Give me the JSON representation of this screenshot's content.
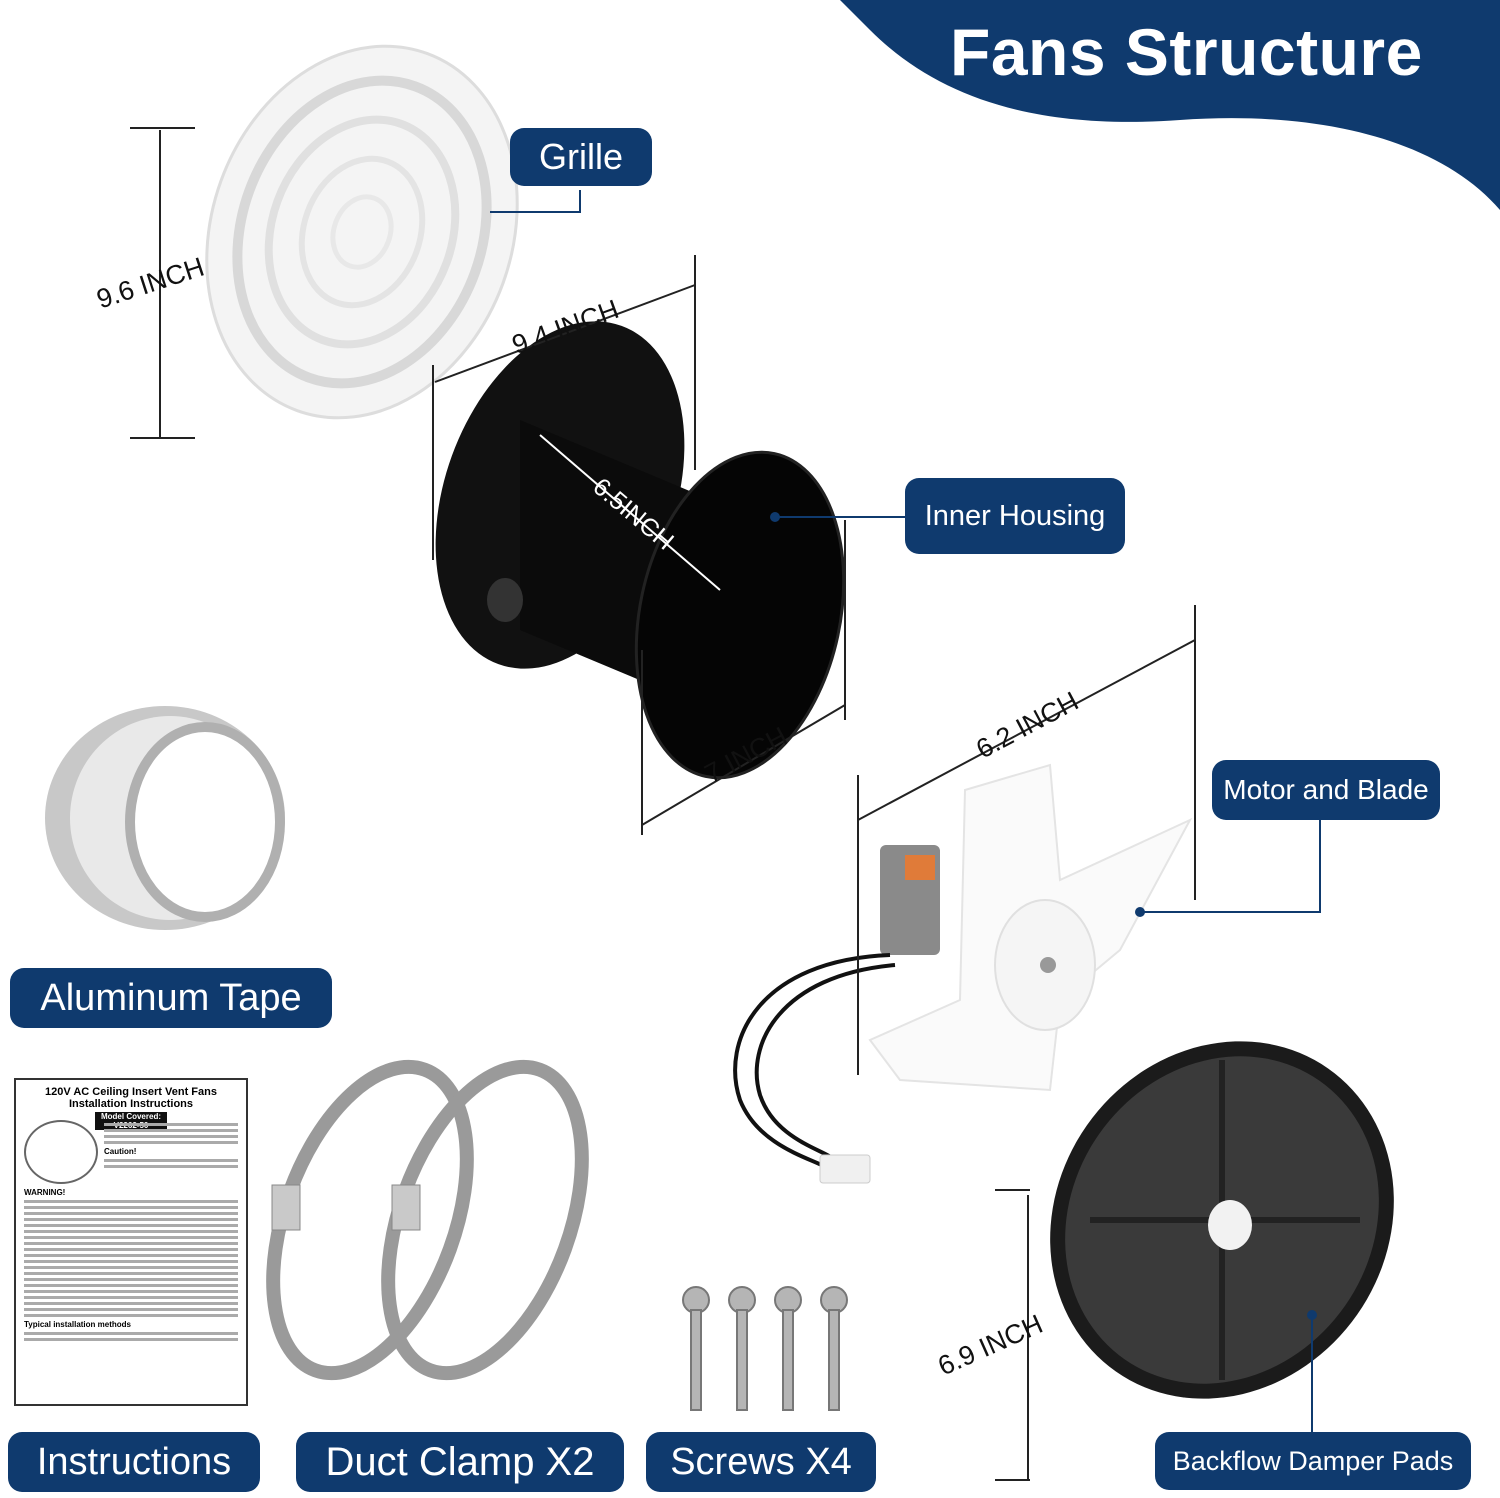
{
  "title": "Fans Structure",
  "labels": {
    "grille": "Grille",
    "inner_housing": "Inner Housing",
    "motor_blade": "Motor and Blade",
    "aluminum_tape": "Aluminum Tape",
    "instructions": "Instructions",
    "duct_clamp": "Duct Clamp X2",
    "screws": "Screws X4",
    "backflow": "Backflow Damper Pads"
  },
  "dimensions": {
    "grille_height": "9.6 INCH",
    "housing_width": "9.4 INCH",
    "housing_inner": "6.5INCH",
    "housing_depth": "7 INCH",
    "motor_width": "6.2 INCH",
    "damper_height": "6.9 INCH"
  },
  "instruction_sheet": {
    "title": "120V AC Ceiling Insert Vent Fans Installation Instructions",
    "model": "Model Covered: V2262-50",
    "caution": "Caution!",
    "warning": "WARNING!",
    "typical": "Typical installation methods"
  },
  "colors": {
    "navy": "#0f3a6e",
    "white": "#ffffff"
  }
}
